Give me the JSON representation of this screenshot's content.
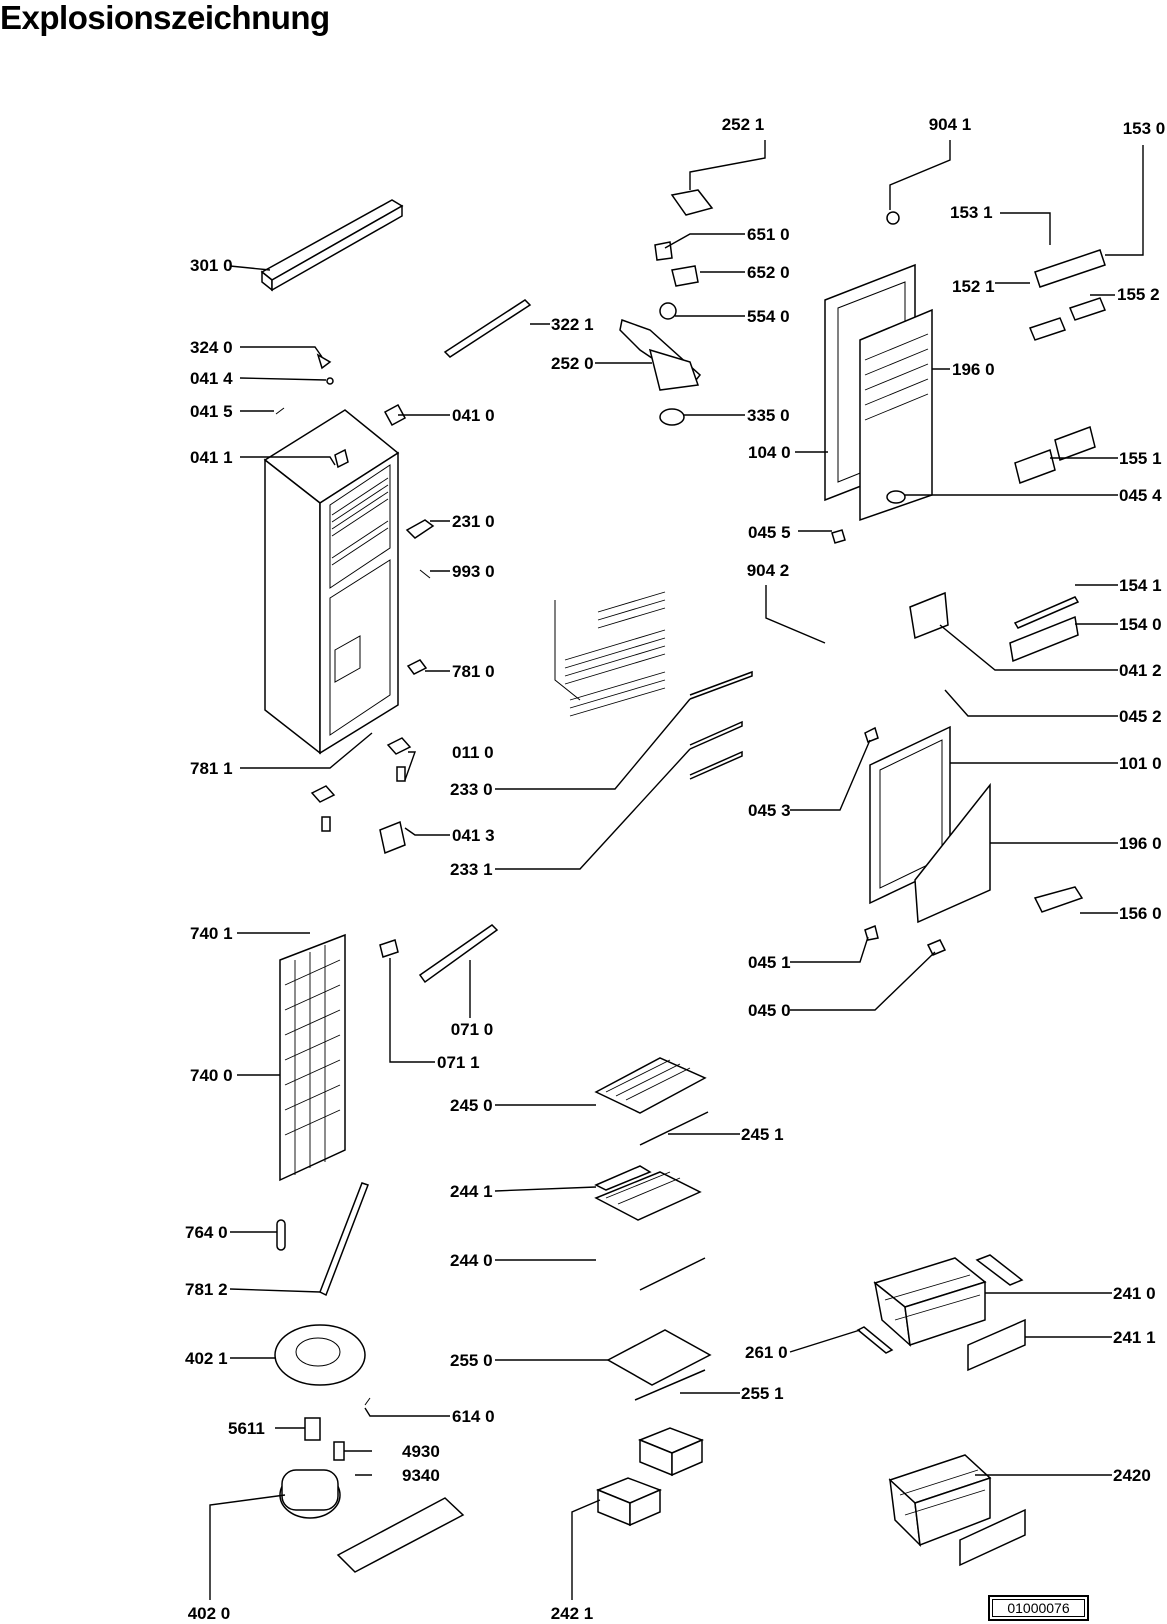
{
  "title": "Explosionszeichnung",
  "doc_number": "01000076",
  "labels": {
    "p2521": "252 1",
    "p9041": "904 1",
    "p1530": "153 0",
    "p1531": "153 1",
    "p1521": "152 1",
    "p1552": "155 2",
    "p6510": "651 0",
    "p6520": "652 0",
    "p5540": "554 0",
    "p3010": "301 0",
    "p3221": "322 1",
    "p2520": "252 0",
    "p1960a": "196 0",
    "p3240": "324 0",
    "p0414": "041 4",
    "p0415": "041 5",
    "p0410": "041 0",
    "p3350": "335 0",
    "p1040": "104 0",
    "p1551": "155 1",
    "p0411": "041 1",
    "p0454": "045 4",
    "p2310": "231 0",
    "p0455": "045 5",
    "p9930": "993 0",
    "p9042": "904 2",
    "p1541": "154 1",
    "p1540": "154 0",
    "p0412": "041 2",
    "p7810": "781 0",
    "p0452": "045 2",
    "p0110": "011 0",
    "p7811": "781 1",
    "p1010": "101 0",
    "p2330": "233 0",
    "p0453": "045 3",
    "p0413": "041 3",
    "p1960b": "196 0",
    "p2331": "233 1",
    "p1560": "156 0",
    "p7401": "740 1",
    "p0451": "045 1",
    "p0450": "045 0",
    "p0710": "071 0",
    "p7400": "740 0",
    "p0711": "071 1",
    "p2450": "245 0",
    "p2451": "245 1",
    "p2441": "244 1",
    "p7640": "764 0",
    "p2440": "244 0",
    "p7812": "781 2",
    "p2410": "241 0",
    "p4021": "402 1",
    "p2610": "261 0",
    "p2411": "241 1",
    "p2550": "255 0",
    "p2551": "255 1",
    "p6140": "614 0",
    "p5611": "5611",
    "p4930": "4930",
    "p9340": "9340",
    "p2420": "2420",
    "p4020": "402 0",
    "p2421": "242 1"
  }
}
